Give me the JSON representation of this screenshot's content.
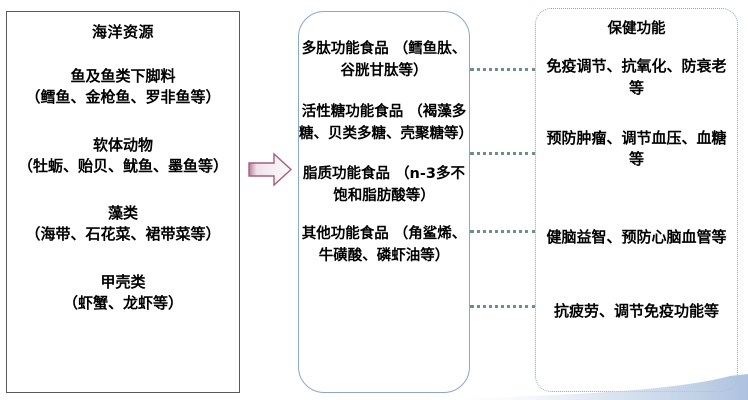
{
  "diagram": {
    "left_panel": {
      "title": "海洋资源",
      "groups": [
        {
          "head": "鱼及鱼类下脚料",
          "sub": "（鳕鱼、金枪鱼、罗非鱼等）"
        },
        {
          "head": "软体动物",
          "sub": "（牡蛎、贻贝、鱿鱼、墨鱼等）"
        },
        {
          "head": "藻类",
          "sub": "（海带、石花菜、裙带菜等）"
        },
        {
          "head": "甲壳类",
          "sub": "（虾蟹、龙虾等）"
        }
      ]
    },
    "arrow": {
      "name": "right-block-arrow",
      "fill": "#f2e8ee",
      "stroke": "#a35f7f"
    },
    "middle_panel": {
      "groups": [
        {
          "head": "多肽功能食品",
          "sub": "（鳕鱼肽、谷胱甘肽等）"
        },
        {
          "head": "活性糖功能食品",
          "sub": "（褐藻多糖、贝类多糖、壳聚糖等）"
        },
        {
          "head": "脂质功能食品",
          "sub": "（n-3多不饱和脂肪酸等）"
        },
        {
          "head": "其他功能食品",
          "sub": "（角鲨烯、牛磺酸、磷虾油等）"
        }
      ]
    },
    "right_panel": {
      "title": "保健功能",
      "items": [
        "免疫调节、抗氧化、防衰老等",
        "预防肿瘤、调节血压、血糖等",
        "健脑益智、预防心脑血管等",
        "抗疲劳、调节免疫功能等"
      ]
    },
    "connectors": {
      "count": 4,
      "style": "dotted",
      "color": "#6d8d90"
    },
    "colors": {
      "left_border": "#5a5a5a",
      "middle_border": "#8fa6c4",
      "right_border": "#8fa6c4",
      "connector": "#6d8d90",
      "background": "#ffffff",
      "swoosh": "#b9c9e0"
    }
  }
}
